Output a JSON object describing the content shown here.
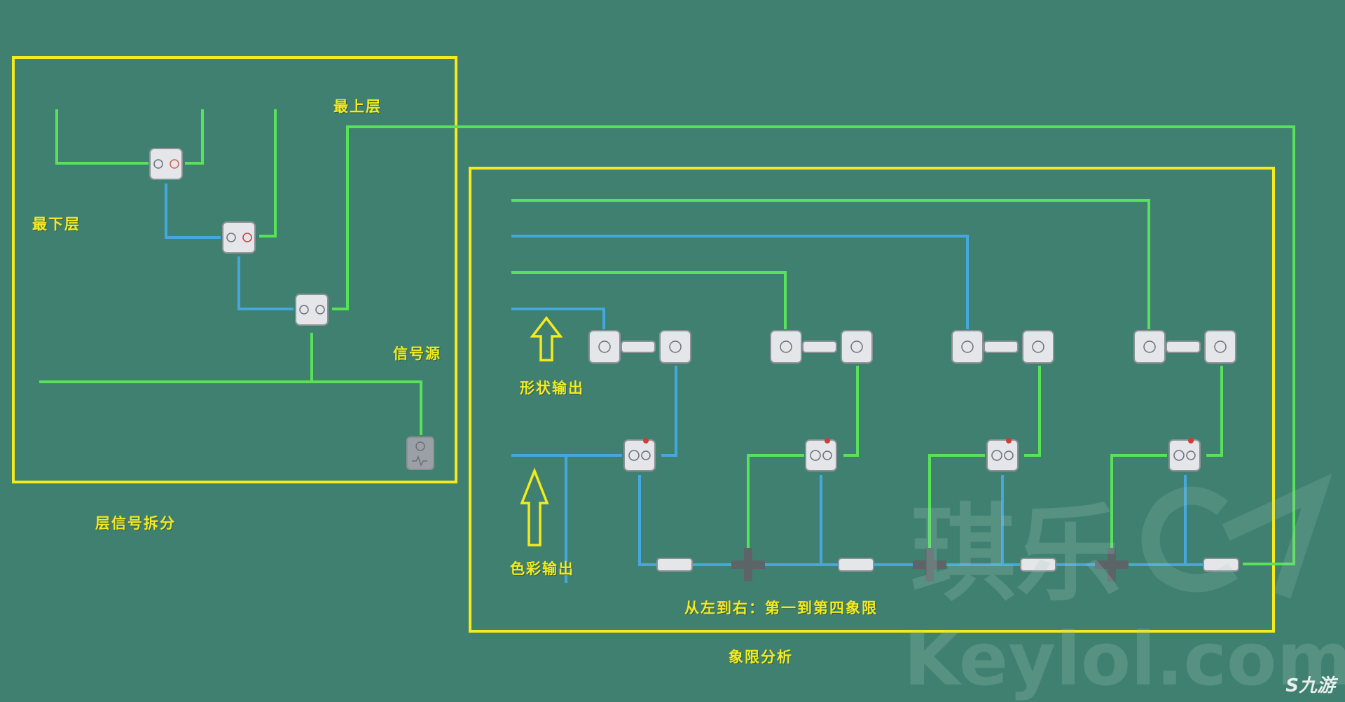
{
  "sections": {
    "layer_split": {
      "title": "层信号拆分",
      "top_layer": "最上层",
      "bottom_layer": "最下层",
      "signal_source": "信号源"
    },
    "quadrant_analysis": {
      "title": "象限分析",
      "shape_output": "形状输出",
      "color_output": "色彩输出",
      "quadrant_note": "从左到右：第一到第四象限"
    }
  },
  "watermark": {
    "logo_text": "琪乐",
    "domain": "Keylol.com",
    "brand": "九游"
  },
  "colors": {
    "background": "#3f8070",
    "frame": "#f4ea1e",
    "green_wire": "#57e25a",
    "blue_wire": "#45a8dc",
    "label": "#f4ea1e",
    "component": "#e4e6ea"
  }
}
